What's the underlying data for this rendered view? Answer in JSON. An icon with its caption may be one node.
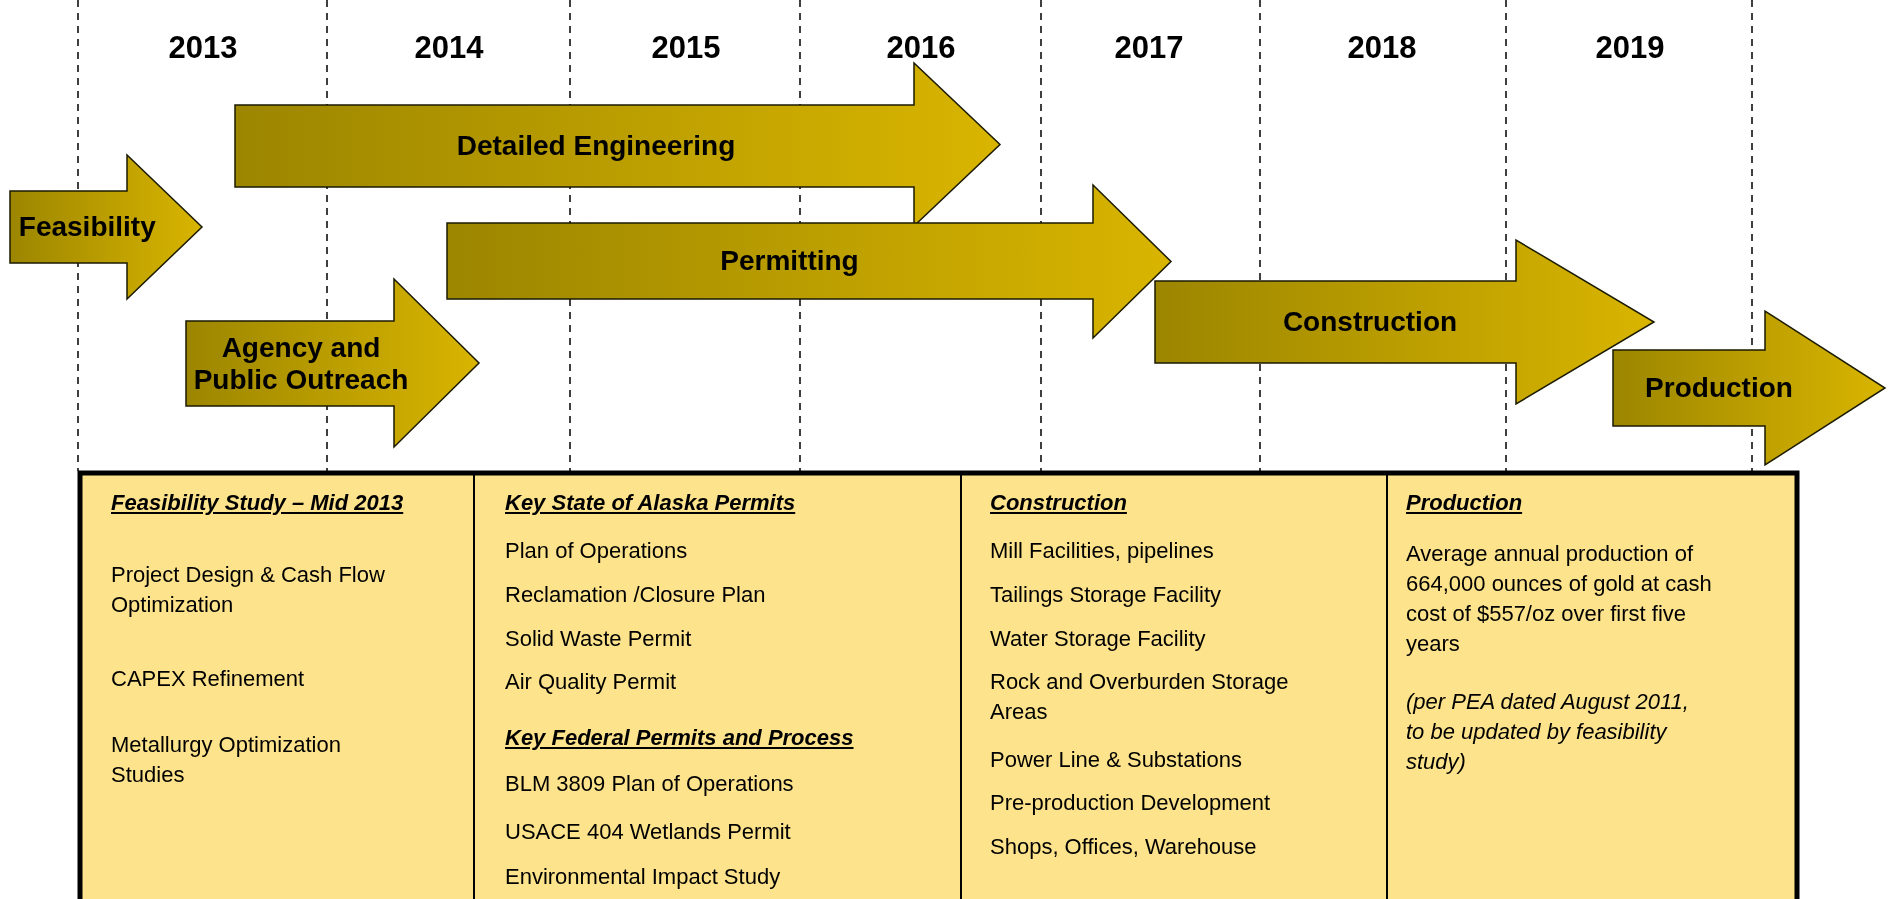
{
  "diagram": {
    "nodes": [
      {
        "text": [
          "Feasibility"
        ]
      },
      {
        "text": [
          "Detailed Engineering"
        ]
      },
      {
        "text": [
          "Agency and Public Outreach"
        ]
      },
      {
        "text": [
          "Permitting"
        ]
      },
      {
        "text": [
          "Construction"
        ]
      },
      {
        "text": [
          "Production"
        ]
      }
    ],
    "labels": [
      "2013",
      "2014",
      "2015",
      "2016",
      "2017",
      "2018",
      "2019",
      "Feasibility Study – Mid 2013",
      "Project Design & Cash Flow Optimization",
      "CAPEX Refinement",
      "Metallurgy Optimization Studies",
      "Key State of Alaska Permits",
      "Plan of Operations",
      "Reclamation /Closure Plan",
      "Solid Waste Permit",
      "Air Quality Permit",
      "Key Federal Permits and Process",
      "BLM 3809 Plan of Operations",
      "USACE 404 Wetlands Permit",
      "Environmental Impact Study",
      "Construction",
      "Mill Facilities, pipelines",
      "Tailings Storage Facility",
      "Water Storage Facility",
      "Rock and Overburden Storage Areas",
      "Power Line & Substations",
      "Pre-production Development",
      "Shops, Offices, Warehouse",
      "Production",
      "Average annual production of 664,000 ounces of gold at cash cost of $557/oz over first five years",
      "(per PEA dated August 2011, to be updated by feasibility study)"
    ]
  }
}
